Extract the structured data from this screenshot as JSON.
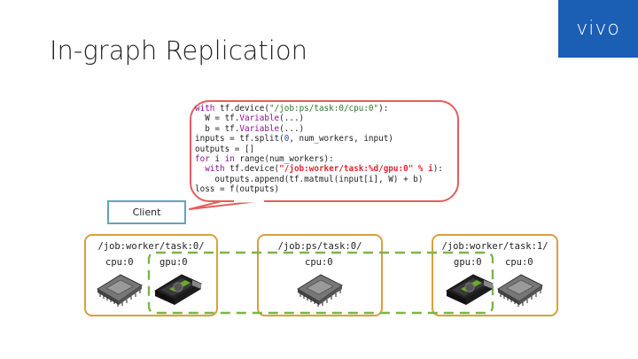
{
  "logo": "vivo",
  "title": "In-graph Replication",
  "code": {
    "lines": [
      [
        {
          "t": "with ",
          "c": "kw"
        },
        {
          "t": "tf.device(",
          "c": ""
        },
        {
          "t": "\"/job:ps/task:0/cpu:0\"",
          "c": "str"
        },
        {
          "t": "):",
          "c": ""
        }
      ],
      [
        {
          "t": "  W = tf.",
          "c": ""
        },
        {
          "t": "Variable",
          "c": "kw"
        },
        {
          "t": "(...)",
          "c": ""
        }
      ],
      [
        {
          "t": "  b = tf.",
          "c": ""
        },
        {
          "t": "Variable",
          "c": "kw"
        },
        {
          "t": "(...)",
          "c": ""
        }
      ],
      [
        {
          "t": "inputs = tf.split(",
          "c": ""
        },
        {
          "t": "0",
          "c": "num"
        },
        {
          "t": ", num_workers, input)",
          "c": ""
        }
      ],
      [
        {
          "t": "outputs = []",
          "c": ""
        }
      ],
      [
        {
          "t": "for ",
          "c": "kw"
        },
        {
          "t": "i ",
          "c": ""
        },
        {
          "t": "in ",
          "c": "kw"
        },
        {
          "t": "range(num_workers):",
          "c": ""
        }
      ],
      [
        {
          "t": "  with ",
          "c": "kw"
        },
        {
          "t": "tf.device(",
          "c": ""
        },
        {
          "t": "\"/job:worker/task:%d/gpu:0\" % i",
          "c": "hot"
        },
        {
          "t": "):",
          "c": ""
        }
      ],
      [
        {
          "t": "    outputs.append(tf.matmul(input[i], W) + b)",
          "c": ""
        }
      ],
      [
        {
          "t": "loss = f(outputs)",
          "c": ""
        }
      ]
    ]
  },
  "client_label": "Client",
  "jobs": {
    "worker0": {
      "label": "/job:worker/task:0/",
      "cpu": "cpu:0",
      "gpu": "gpu:0"
    },
    "ps0": {
      "label": "/job:ps/task:0/",
      "cpu": "cpu:0"
    },
    "worker1": {
      "label": "/job:worker/task:1/",
      "cpu": "cpu:0",
      "gpu": "gpu:0"
    }
  },
  "colors": {
    "accent": "#1a5fb4",
    "bubble": "#e35d5d",
    "client": "#5fa6b5",
    "job": "#d9a03b",
    "dashed": "#7ab648"
  }
}
